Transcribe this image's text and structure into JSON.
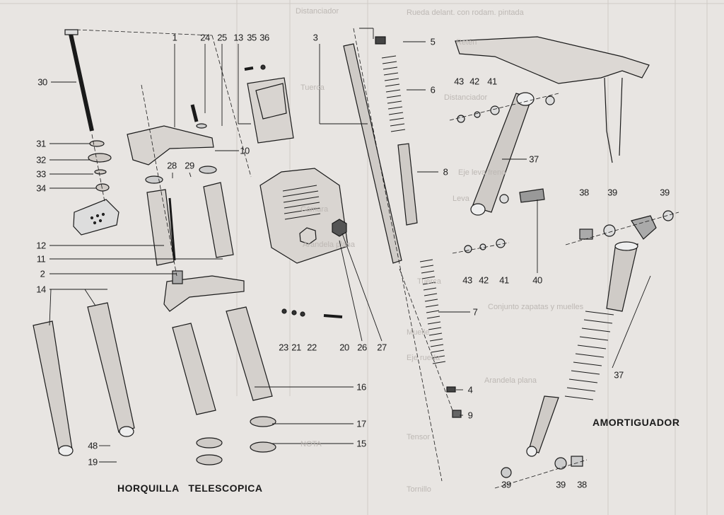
{
  "diagram": {
    "titles": {
      "fork": "HORQUILLA   TELESCOPICA",
      "shock": "AMORTIGUADOR"
    },
    "labels": [
      "30",
      "31",
      "32",
      "33",
      "34",
      "1",
      "24",
      "25",
      "13",
      "35",
      "36",
      "3",
      "5",
      "6",
      "10",
      "28",
      "29",
      "8",
      "43",
      "42",
      "41",
      "37",
      "38",
      "39",
      "39",
      "12",
      "11",
      "2",
      "14",
      "43",
      "42",
      "41",
      "40",
      "7",
      "23",
      "21",
      "22",
      "20",
      "26",
      "27",
      "16",
      "4",
      "9",
      "37",
      "17",
      "15",
      "48",
      "19",
      "39",
      "39",
      "38"
    ],
    "ghost_text": [
      "Rueda delant. con rodam. pintada",
      "Retén",
      "Distanciador",
      "Eje leva freno",
      "Leva",
      "Tuerca",
      "Conjunto zapatas y muelles",
      "Muelle",
      "Eje rueda",
      "Arandela plana",
      "Tensor",
      "Tornillo",
      "Distanciador",
      "Arandela plana",
      "Tuerca",
      "Cámara",
      "NOTA"
    ]
  }
}
